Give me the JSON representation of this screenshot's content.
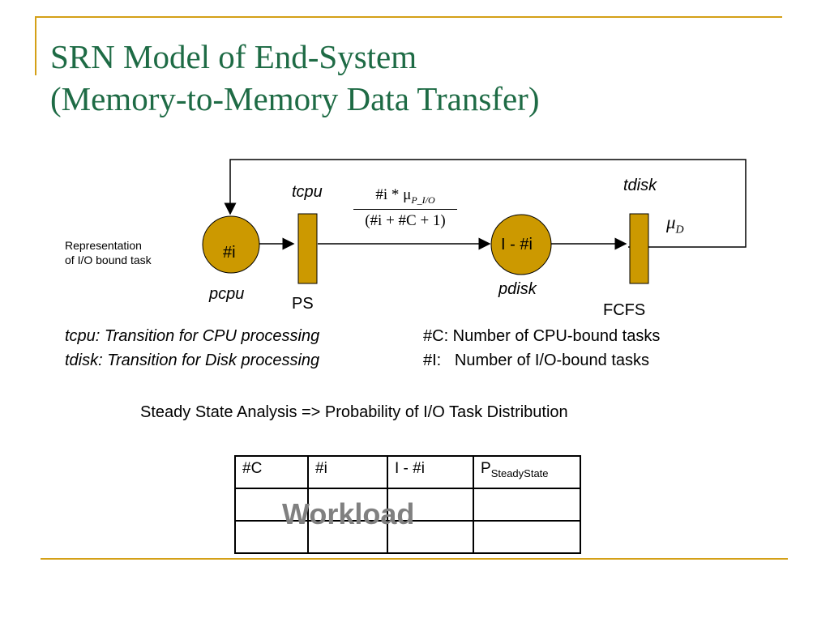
{
  "title": {
    "line1": "SRN Model of End-System",
    "line2": "(Memory-to-Memory Data Transfer)"
  },
  "diagram": {
    "place_left_label": "#i",
    "place_left_name": "pcpu",
    "place_left_desc_line1": "Representation",
    "place_left_desc_line2": "of I/O bound task",
    "transition_cpu_name": "tcpu",
    "transition_cpu_policy": "PS",
    "rate_numerator": "#i * μ",
    "rate_numerator_sub": "P_I/O",
    "rate_denominator": "(#i + #C + 1)",
    "place_right_label": "I - #i",
    "place_right_name": "pdisk",
    "transition_disk_name": "tdisk",
    "transition_disk_policy": "FCFS",
    "disk_rate": "μ",
    "disk_rate_sub": "D"
  },
  "legend": {
    "tcpu": "tcpu: Transition for CPU processing",
    "tdisk": "tdisk: Transition for Disk processing",
    "c_def": "#C: Number of CPU-bound tasks",
    "i_def": "#I:   Number of I/O-bound tasks"
  },
  "analysis_text": "Steady State Analysis => Probability of I/O Task Distribution",
  "table": {
    "headers": [
      "#C",
      "#i",
      "I - #i",
      "P"
    ],
    "header_p_sub": "SteadyState",
    "watermark": "Workload"
  },
  "colors": {
    "accent_gold": "#d4a017",
    "title_green": "#1e6b45",
    "node_fill": "#cc9900"
  }
}
